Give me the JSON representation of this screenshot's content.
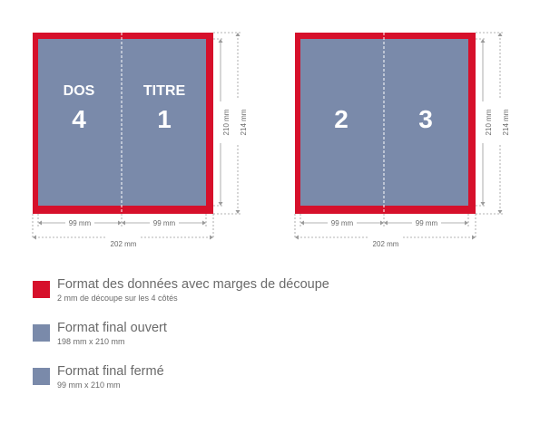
{
  "colors": {
    "bleed": "#d6102b",
    "panel": "#7a8aaa",
    "guide": "#9a9a9a",
    "dim_text": "#6a6a6a",
    "panel_text": "#ffffff"
  },
  "spreads": [
    {
      "panels": [
        {
          "label": "DOS",
          "number": "4"
        },
        {
          "label": "TITRE",
          "number": "1"
        }
      ],
      "panel_width_label": "99 mm",
      "total_width_label": "202 mm",
      "height_label": "210 mm",
      "bleed_height_label": "214 mm"
    },
    {
      "panels": [
        {
          "label": "",
          "number": "2"
        },
        {
          "label": "",
          "number": "3"
        }
      ],
      "panel_width_label": "99 mm",
      "total_width_label": "202 mm",
      "height_label": "210 mm",
      "bleed_height_label": "214 mm"
    }
  ],
  "legend": [
    {
      "swatch_color": "#d6102b",
      "title": "Format des données avec marges de découpe",
      "subtitle": "2 mm de découpe sur les 4 côtés"
    },
    {
      "swatch_color": "#7a8aaa",
      "title": "Format final ouvert",
      "subtitle": "198 mm x 210 mm"
    },
    {
      "swatch_color": "#7a8aaa",
      "title": "Format final fermé",
      "subtitle": "99 mm x 210 mm"
    }
  ]
}
